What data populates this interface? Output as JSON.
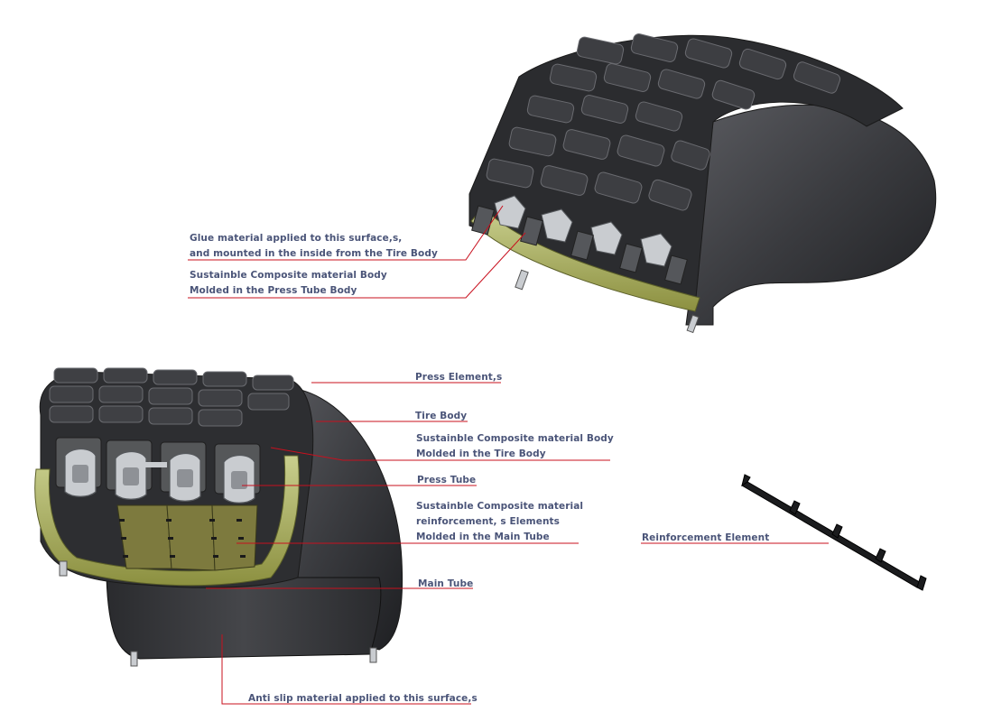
{
  "colors": {
    "background": "#ffffff",
    "label_text": "#4a5478",
    "leader_line": "#c8101e",
    "tire_dark": "#2f3033",
    "tire_mid": "#4a4b4f",
    "tread_block": "#3a3b3e",
    "composite_green": "#b7bf7a",
    "composite_dark": "#7a7a3a",
    "press_tube_grey": "#c9ccd0"
  },
  "top_figure": {
    "labels": {
      "glue_1": "Glue material applied to this surface,s,",
      "glue_2": "and mounted in the inside from the Tire Body",
      "composite_1": "Sustainble Composite material Body",
      "composite_2": "Molded in the Press Tube Body"
    }
  },
  "bottom_figure": {
    "labels": {
      "press_elements": "Press Element,s",
      "tire_body": "Tire Body",
      "composite_tire_1": "Sustainble Composite material Body",
      "composite_tire_2": "Molded in the Tire Body",
      "press_tube": "Press Tube",
      "reinforcement_1": "Sustainble Composite material",
      "reinforcement_2": "reinforcement, s Elements",
      "reinforcement_3": "Molded in the Main Tube",
      "main_tube": "Main Tube",
      "anti_slip": "Anti slip material applied to this surface,s"
    }
  },
  "reinforcement_figure": {
    "label": "Reinforcement Element"
  }
}
